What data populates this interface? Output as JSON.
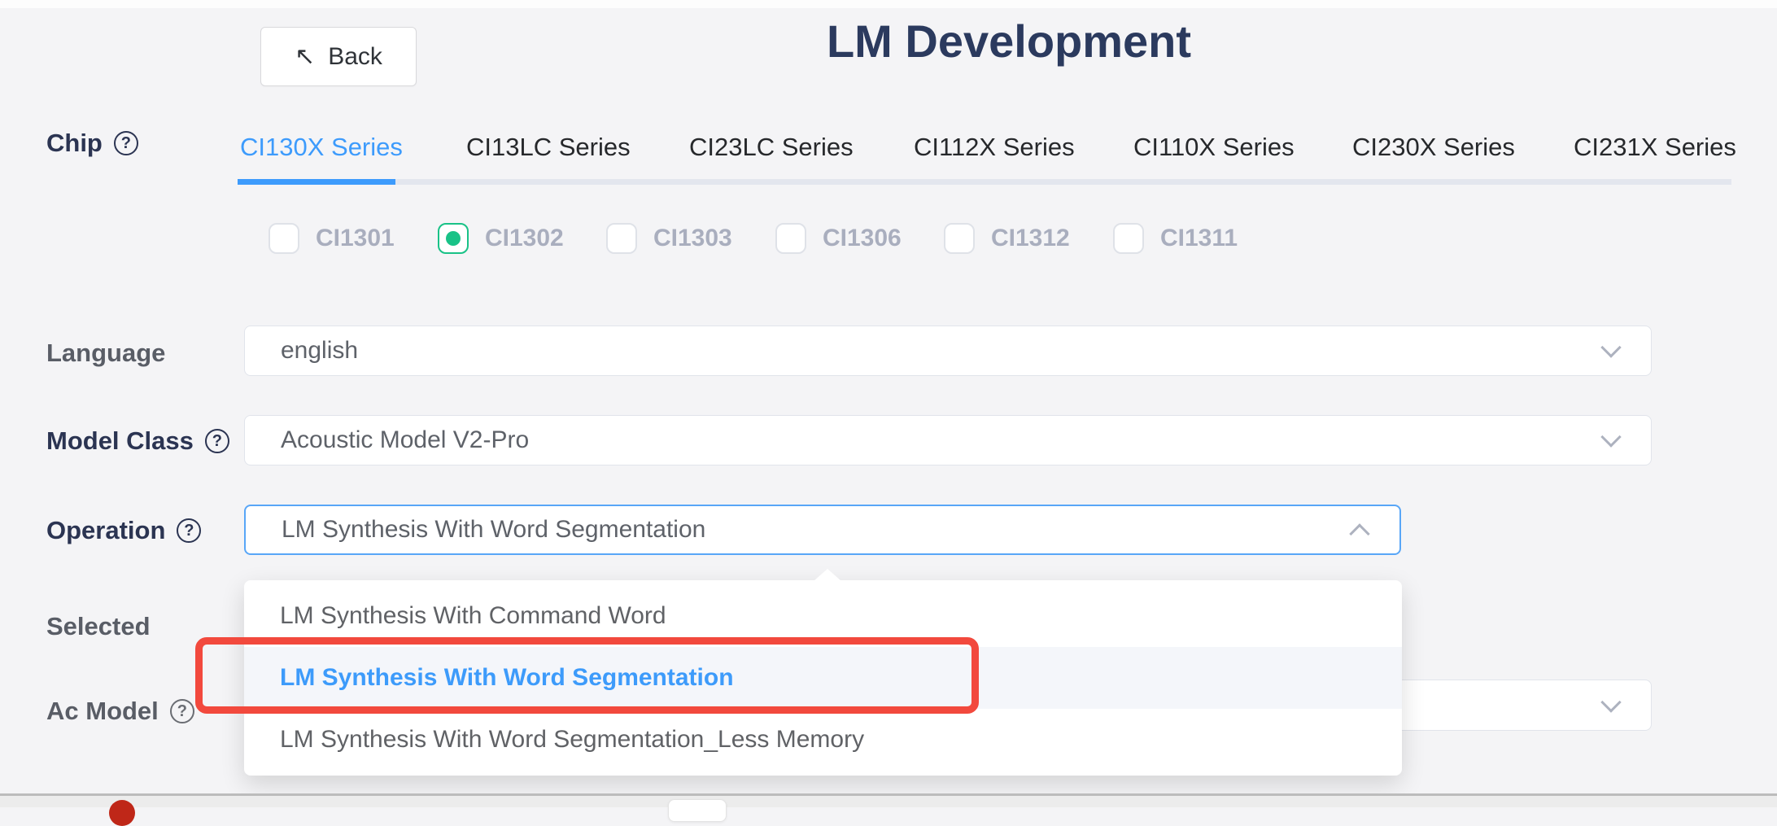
{
  "header": {
    "back_label": "Back",
    "title": "LM Development"
  },
  "chip": {
    "label": "Chip",
    "tabs": [
      "CI130X Series",
      "CI13LC Series",
      "CI23LC Series",
      "CI112X Series",
      "CI110X Series",
      "CI230X Series",
      "CI231X Series"
    ],
    "active_tab": "CI130X Series",
    "options": [
      "CI1301",
      "CI1302",
      "CI1303",
      "CI1306",
      "CI1312",
      "CI1311"
    ],
    "selected_option": "CI1302"
  },
  "fields": {
    "language": {
      "label": "Language",
      "value": "english"
    },
    "model_class": {
      "label": "Model Class",
      "value": "Acoustic Model V2-Pro"
    },
    "operation": {
      "label": "Operation",
      "value": "LM Synthesis With Word Segmentation",
      "dropdown_options": [
        "LM Synthesis With Command Word",
        "LM Synthesis With Word Segmentation",
        "LM Synthesis With Word Segmentation_Less Memory"
      ],
      "highlighted_option": "LM Synthesis With Word Segmentation"
    },
    "selected": {
      "label": "Selected"
    },
    "ac_model": {
      "label": "Ac Model"
    }
  },
  "icons": {
    "back_glyph": "↖",
    "help_glyph": "?"
  },
  "annotation": {
    "type": "red-rectangle",
    "target": "LM Synthesis With Word Segmentation"
  },
  "colors": {
    "accent_blue": "#3d9bfc",
    "checkbox_green": "#19c287",
    "annotation_red": "#f2493d",
    "title_navy": "#2b3a5e",
    "background": "#f4f4f6"
  }
}
